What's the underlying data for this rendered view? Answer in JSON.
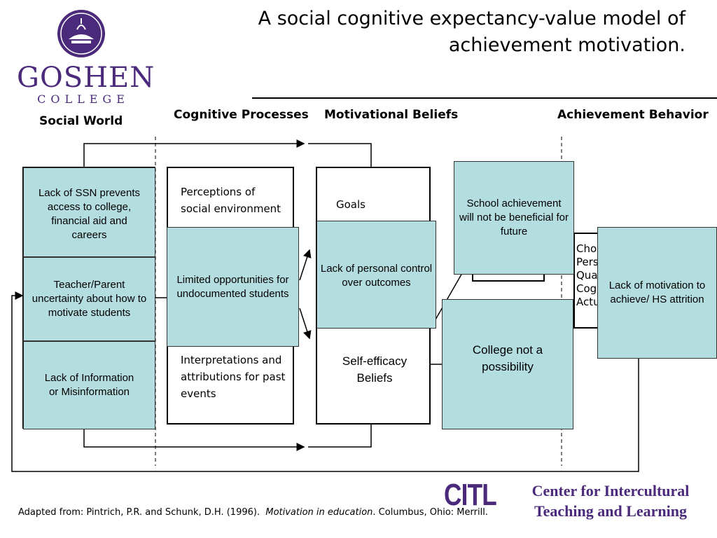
{
  "title": "A social cognitive expectancy-value model of achievement motivation.",
  "logo": {
    "name": "GOSHEN",
    "sub": "COLLEGE"
  },
  "columns": {
    "social_world": "Social World",
    "cognitive_processes": "Cognitive Processes",
    "motivational_beliefs": "Motivational Beliefs",
    "achievement_behavior": "Achievement Behavior"
  },
  "base_model": {
    "cognitive_top": "Perceptions of social environment",
    "cognitive_bottom": "Interpretations and attributions for past events",
    "goals": "Goals",
    "self_efficacy": "Self-efficacy Beliefs",
    "behavior_list": [
      "Choice",
      "Persistence",
      "Quality",
      "Cognitive",
      "Actual"
    ]
  },
  "overlays": {
    "lack_ssn": "Lack of SSN prevents access to college, financial aid and careers",
    "teacher_parent": "Teacher/Parent uncertainty about how to motivate students",
    "lack_info": "Lack of Information or Misinformation",
    "limited_opportunities": "Limited opportunities for undocumented students",
    "lack_control": "Lack of personal control over outcomes",
    "school_achievement": "School achievement will not be beneficial for future",
    "college_not": "College not a possibility",
    "lack_motivation": "Lack of motivation to achieve/ HS attrition"
  },
  "citl": {
    "acronym": "CITL",
    "line1": "Center for Intercultural",
    "line2": "Teaching and Learning"
  },
  "footer": {
    "prefix": "Adapted from: Pintrich, P.R. and Schunk, D.H. (1996).",
    "book": "Motivation in education",
    "suffix": ".  Columbus, Ohio: Merrill."
  },
  "colors": {
    "purple": "#4b2a7b",
    "teal": "#b4dde0"
  }
}
